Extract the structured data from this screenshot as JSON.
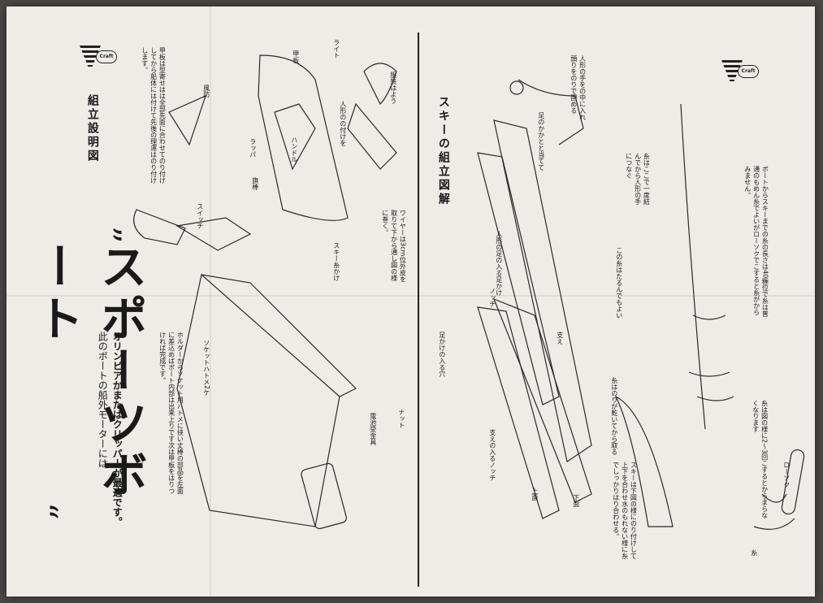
{
  "logo": {
    "badge_text": "Craft"
  },
  "left": {
    "title": "スポーツボート",
    "intro": "此のボートの船外モーターには",
    "intro2": "オリンピアかまたはクリッパーが最適です。",
    "assembly_heading": "組立設明図",
    "deck_note": "甲板は型寄せはは全部先面に合わせてのり付けしてから船体には付けて先後の理運はのり付けします。",
    "holder_note": "ホルダーからソケット用ハトメに挟い丈棒の部品を左面に差込めばボート内部は出来上りです次は甲板をはりつければ完成です。",
    "labels": {
      "flag": "旗棒",
      "rudder": "風防",
      "light": "ライト",
      "deck": "甲板",
      "handle": "ハンドル",
      "switch": "スイッチ",
      "ski_hook": "スキー糸かけ",
      "wire_note": "ワイヤーは3cm位外皮を取りて下から通し図の様に巻く。",
      "socket": "ソケットハトメ2ケ",
      "holder": "電池受金具",
      "nut": "ナット",
      "ruppa": "ラッパ",
      "figure_note": "人形のの付けを",
      "stand_note": "服装はよう"
    }
  },
  "right": {
    "heading": "スキーの組立図解",
    "labels": {
      "foot_hole": "足かけの入る穴",
      "notch": "ノッチ",
      "notch2": "支えの入るノッチ",
      "support": "支え",
      "top": "上面",
      "bottom": "下面",
      "foot_hook": "人形の足の入る足かけ",
      "glue_hook": "足のかかとと当てて",
      "doll_hands": "人形の手をの中に入れ頭りをのりで固める",
      "string_note": "糸はここで一度結んでから人形の手につなぐ",
      "slack_note": "この糸はたるんでもよい",
      "wind_note": "糸はのりが乾いてから取る",
      "ski_note": "スキーは下図の様にのり付けして上下を合わせ水のもれない様に糸でしっかりはり合わせる。",
      "rope": "ローソク",
      "thread": "糸",
      "wind_rule": "糸は図の様に2〜3回こするとからまらなくなります",
      "boat_note": "ボートからスキーまでの糸の長さは40糎位で糸は普通のもめん糸でよいがローソクでこすると糸がからみません。"
    }
  }
}
